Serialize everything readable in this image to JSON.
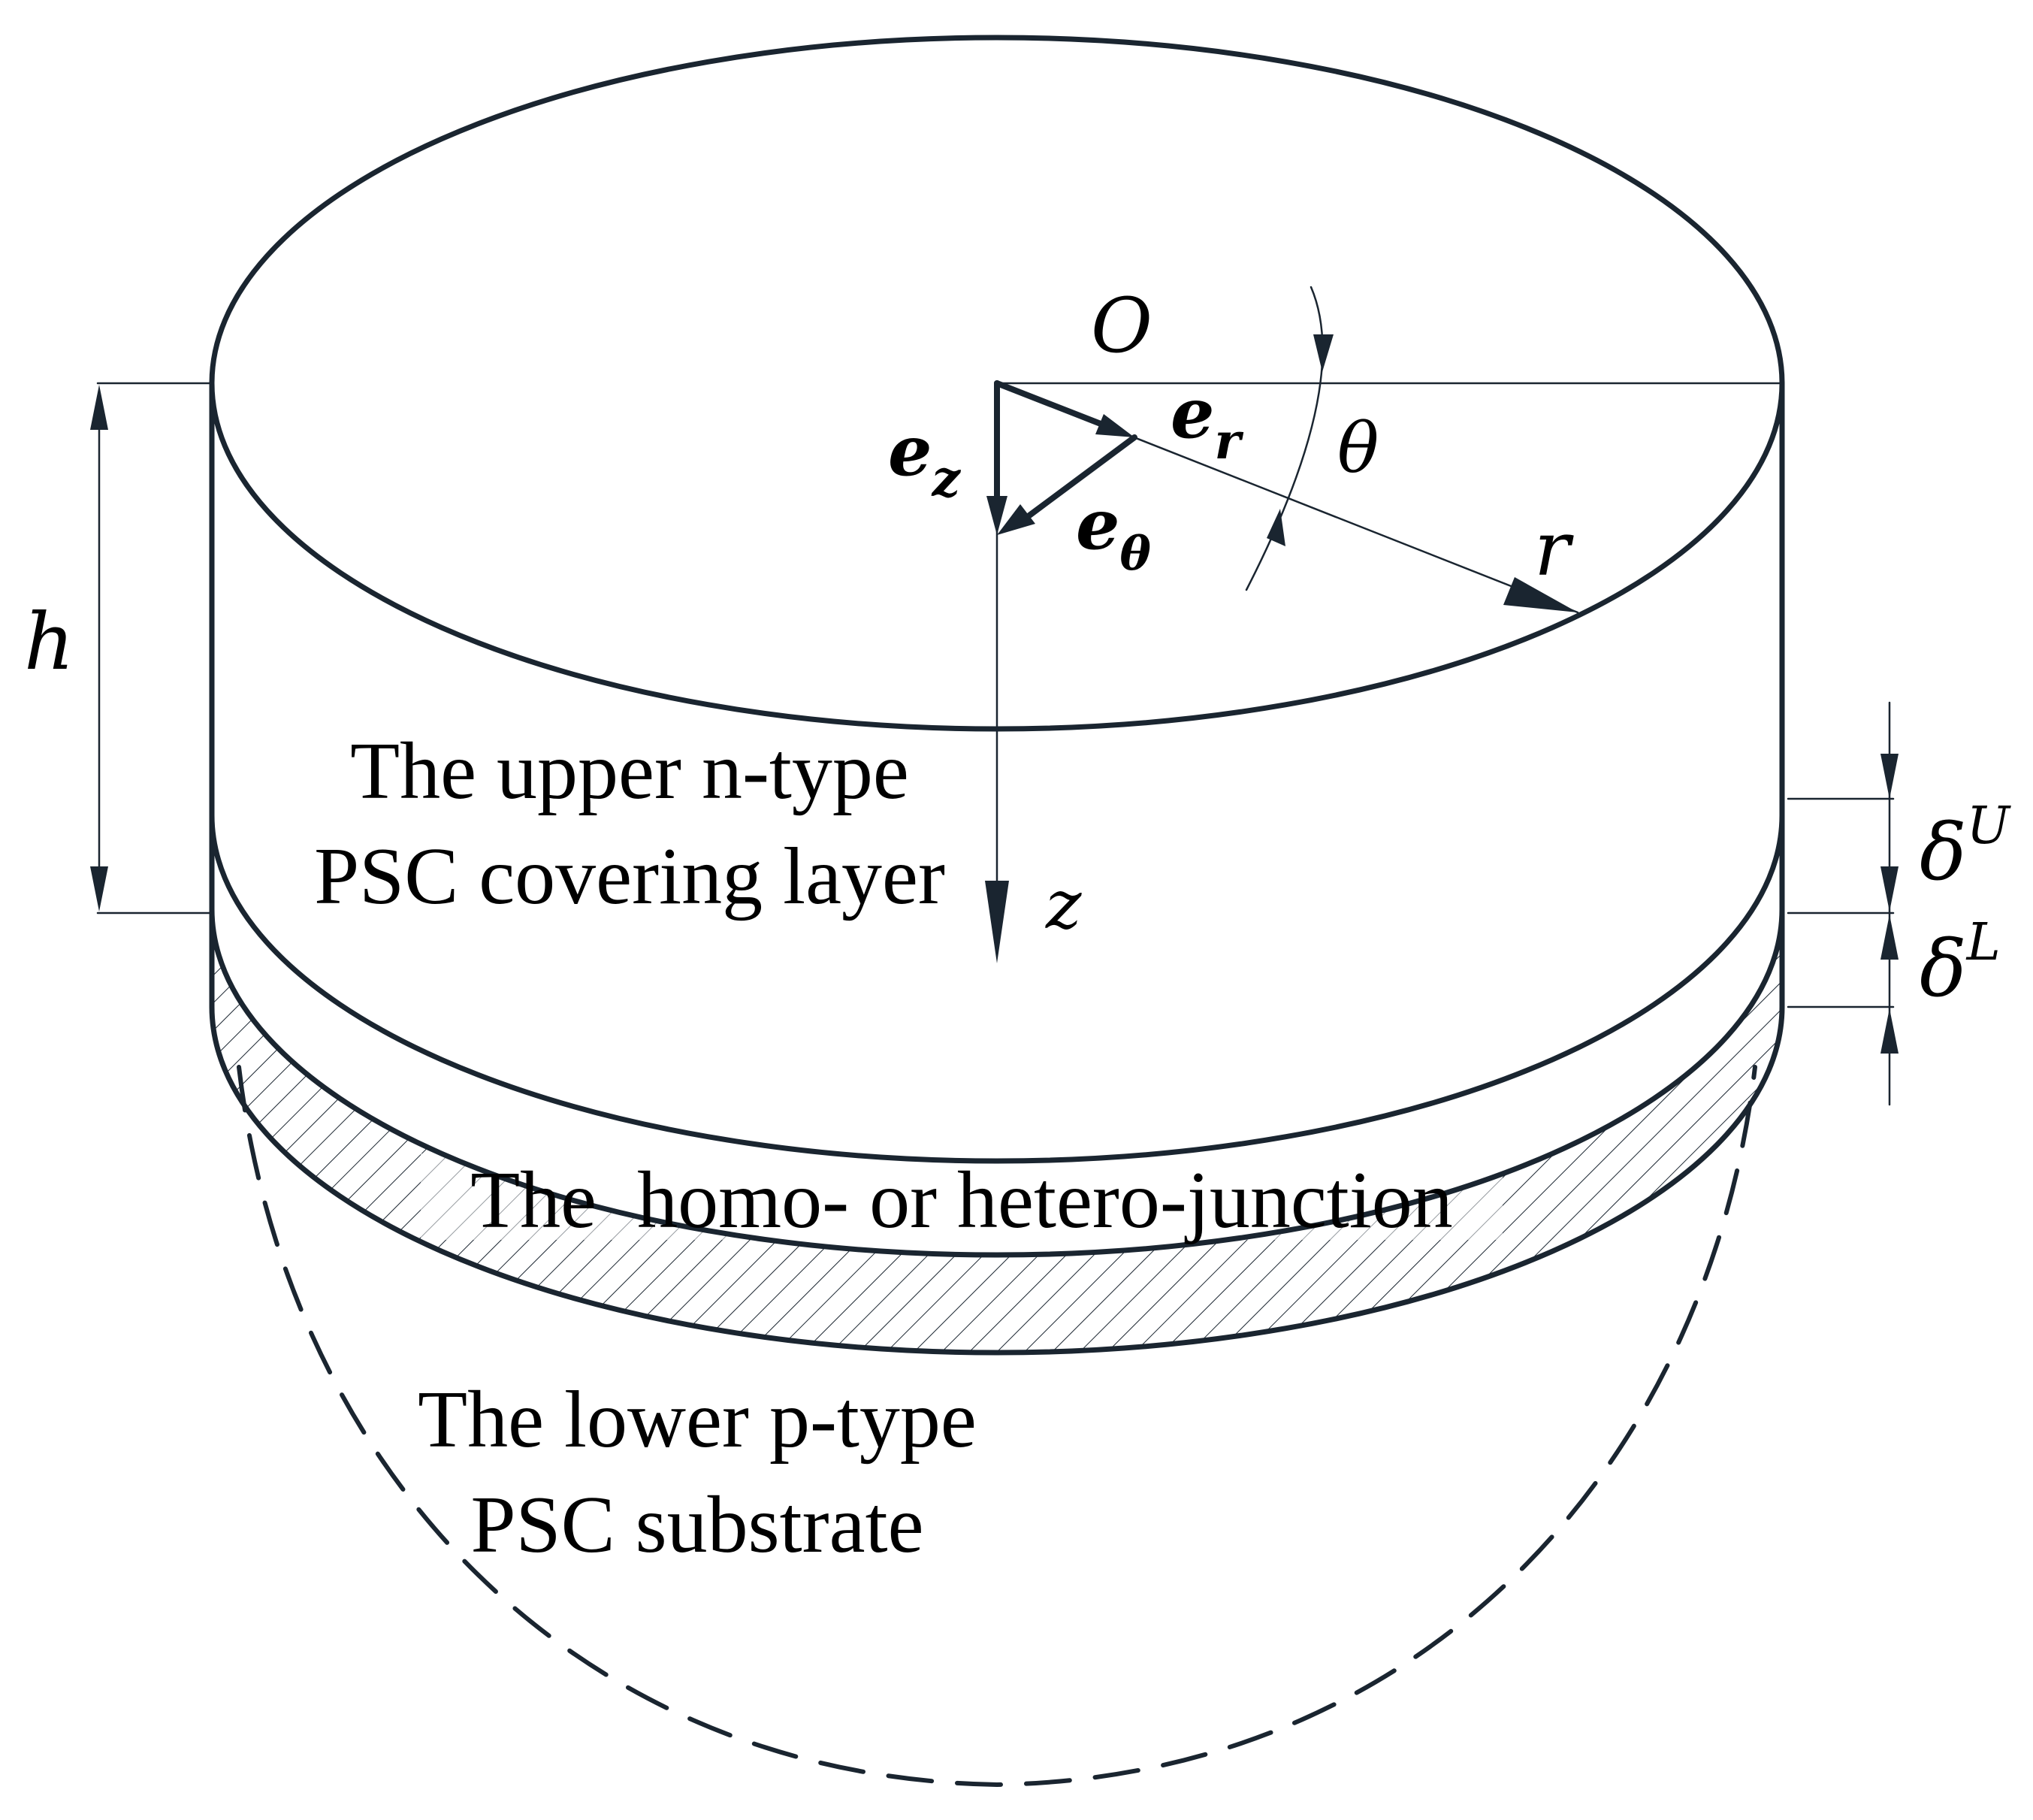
{
  "colors": {
    "line": "#1a2530",
    "text": "#000000",
    "background": "#ffffff"
  },
  "labels": {
    "upper_layer_line1": "The upper n-type",
    "upper_layer_line2": "PSC covering layer",
    "junction": "The  homo- or hetero-junction",
    "substrate_line1": "The lower p-type",
    "substrate_line2": "PSC substrate"
  },
  "symbols": {
    "origin": "O",
    "theta": "θ",
    "radius": "r",
    "depth_axis": "z",
    "thickness": "h",
    "unit_e": "e",
    "unit_r_sub": "r",
    "unit_z_sub": "z",
    "unit_theta_sub": "θ",
    "delta": "δ",
    "upper_sup": "U",
    "lower_sup": "L"
  }
}
